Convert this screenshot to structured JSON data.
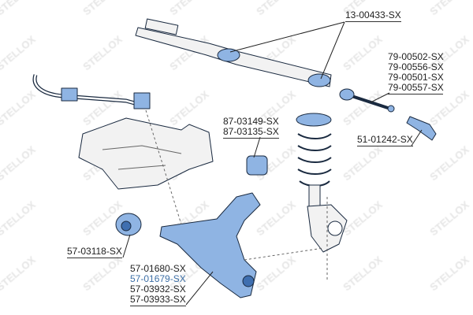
{
  "watermark": "STELLOX",
  "colors": {
    "part_fill": "#8fb4e3",
    "part_dark": "#3f6fb0",
    "outline": "#1a2a40",
    "highlight": "#3d6fa6",
    "frame": "#f2f2f2"
  },
  "labels": {
    "steering_rack": "13-00433-SX",
    "tie_rods": [
      "79-00502-SX",
      "79-00556-SX",
      "79-00501-SX",
      "79-00557-SX"
    ],
    "tie_rod_end": "51-01242-SX",
    "arm_bushings": [
      "87-03149-SX",
      "87-03135-SX"
    ],
    "front_bushing": "57-03118-SX",
    "control_arms": [
      "57-01680-SX",
      "57-01679-SX",
      "57-03932-SX",
      "57-03933-SX"
    ]
  }
}
